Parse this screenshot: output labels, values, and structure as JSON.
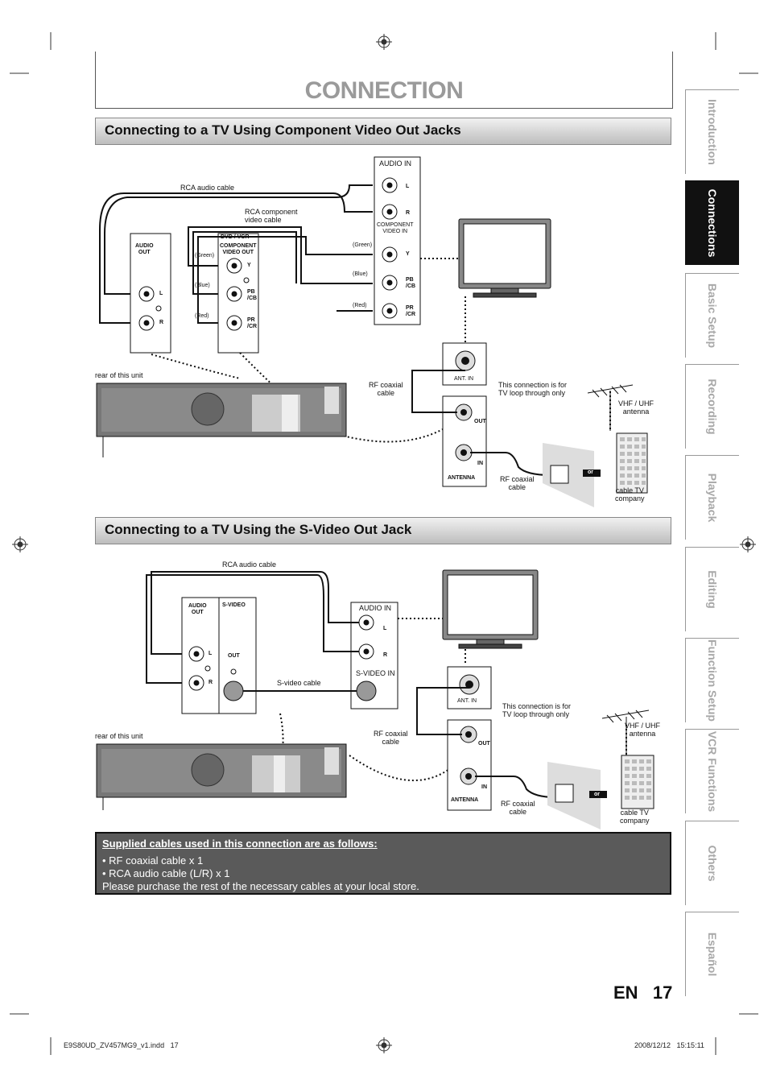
{
  "page": {
    "title": "CONNECTION",
    "language_code": "EN",
    "page_number": "17"
  },
  "section1": {
    "heading": "Connecting to a TV Using Component Video Out Jacks",
    "labels": {
      "rca_audio_cable": "RCA audio cable",
      "rca_component_cable": "RCA component\nvideo cable",
      "audio_in": "AUDIO IN",
      "l": "L",
      "r": "R",
      "component_video_in": "COMPONENT\nVIDEO IN",
      "y": "Y",
      "pb": "PB\n/CB",
      "pr": "PR\n/CR",
      "green": "(Green)",
      "blue": "(Blue)",
      "red": "(Red)",
      "audio_out": "AUDIO\nOUT",
      "dvd_vcr": "DVD / VCR",
      "component_video_out": "COMPONENT\nVIDEO OUT",
      "rear_of_unit": "rear of this unit",
      "ant_in": "ANT. IN",
      "rf_coaxial_cable": "RF coaxial\ncable",
      "loop_note": "This connection is for\nTV loop through only",
      "vhf_uhf": "VHF / UHF\nantenna",
      "out": "OUT",
      "in": "IN",
      "antenna": "ANTENNA",
      "or": "or",
      "cable_tv_company": "cable TV\ncompany"
    }
  },
  "section2": {
    "heading": "Connecting to a TV Using the S-Video Out Jack",
    "labels": {
      "rca_audio_cable": "RCA audio cable",
      "audio_out": "AUDIO\nOUT",
      "s_video": "S-VIDEO",
      "out": "OUT",
      "l": "L",
      "r": "R",
      "audio_in": "AUDIO IN",
      "s_video_in": "S-VIDEO IN",
      "s_video_cable": "S-video cable",
      "ant_in": "ANT. IN",
      "loop_note": "This connection is for\nTV loop through only",
      "vhf_uhf": "VHF / UHF\nantenna",
      "rear_of_unit": "rear of this unit",
      "rf_coaxial_cable": "RF coaxial\ncable",
      "in": "IN",
      "antenna": "ANTENNA",
      "or": "or",
      "cable_tv_company": "cable TV\ncompany"
    }
  },
  "supplied": {
    "heading": "Supplied cables used in this connection are as follows:",
    "lines": [
      "• RF coaxial cable x 1",
      "• RCA audio cable (L/R) x 1",
      "Please purchase the rest of the necessary cables at your local store."
    ]
  },
  "tabs": [
    {
      "label": "Introduction",
      "active": false
    },
    {
      "label": "Connections",
      "active": true
    },
    {
      "label": "Basic Setup",
      "active": false
    },
    {
      "label": "Recording",
      "active": false
    },
    {
      "label": "Playback",
      "active": false
    },
    {
      "label": "Editing",
      "active": false
    },
    {
      "label": "Function Setup",
      "active": false
    },
    {
      "label": "VCR Functions",
      "active": false
    },
    {
      "label": "Others",
      "active": false
    },
    {
      "label": "Español",
      "active": false
    }
  ],
  "footer": {
    "file": "E9S80UD_ZV457MG9_v1.indd   17",
    "date": "2008/12/12   15:15:11"
  },
  "colors": {
    "tab_active_bg": "#111111",
    "tab_inactive_text": "#a8a8a8",
    "supply_box_bg": "#5a5a5a",
    "title_gray": "#9a9a9a"
  },
  "icons": [
    "registration-mark-icon",
    "tv-icon",
    "antenna-icon",
    "wall-outlet-icon",
    "building-icon",
    "vcr-dvd-unit-icon"
  ]
}
